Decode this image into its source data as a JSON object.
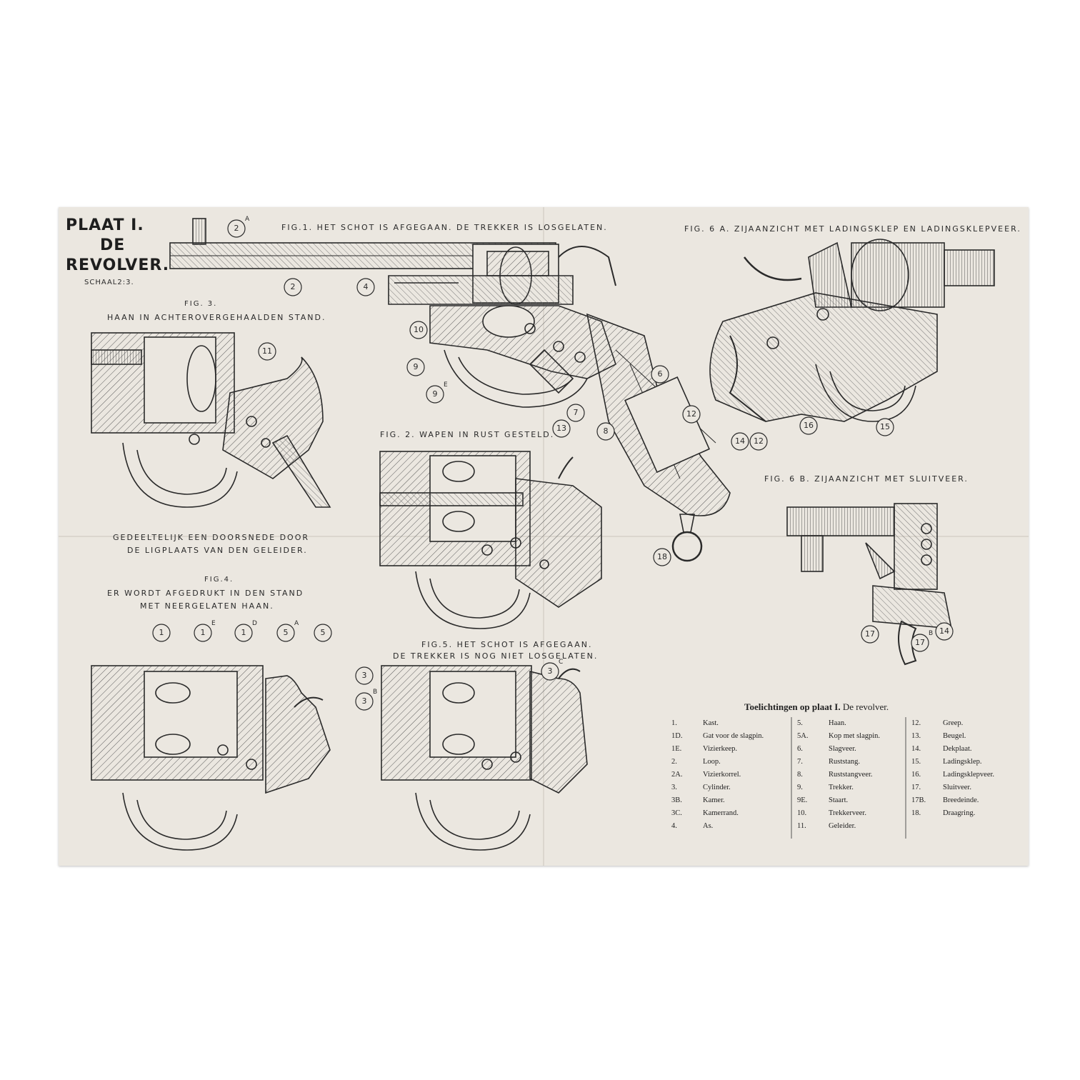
{
  "plate": {
    "line1": "PLAAT I.",
    "line2": "DE",
    "line3": "REVOLVER.",
    "scale": "SCHAAL2:3."
  },
  "figures": {
    "fig1": "FIG.1. HET SCHOT IS AFGEGAAN. DE TREKKER IS LOSGELATEN.",
    "fig2": "FIG. 2. WAPEN IN RUST GESTELD.",
    "fig3_a": "FIG. 3.",
    "fig3_b": "HAAN IN ACHTEROVERGEHAALDEN STAND.",
    "fig3_c": "GEDEELTELIJK EEN DOORSNEDE DOOR",
    "fig3_d": "DE LIGPLAATS VAN DEN GELEIDER.",
    "fig4_a": "FIG.4.",
    "fig4_b": "ER WORDT AFGEDRUKT IN DEN STAND",
    "fig4_c": "MET NEERGELATEN HAAN.",
    "fig5_a": "FIG.5. HET SCHOT IS AFGEGAAN.",
    "fig5_b": "DE TREKKER IS NOG NIET LOSGELATEN.",
    "fig6a": "FIG. 6 A. ZIJAANZICHT MET LADINGSKLEP EN LADINGSKLEPVEER.",
    "fig6b": "FIG. 6 B. ZIJAANZICHT MET SLUITVEER."
  },
  "callouts": [
    {
      "t": "2",
      "s": "A"
    },
    {
      "t": "2",
      "s": ""
    },
    {
      "t": "4",
      "s": ""
    },
    {
      "t": "10",
      "s": ""
    },
    {
      "t": "9",
      "s": ""
    },
    {
      "t": "9",
      "s": "E"
    },
    {
      "t": "6",
      "s": ""
    },
    {
      "t": "7",
      "s": ""
    },
    {
      "t": "13",
      "s": ""
    },
    {
      "t": "8",
      "s": ""
    },
    {
      "t": "12",
      "s": ""
    },
    {
      "t": "18",
      "s": ""
    },
    {
      "t": "11",
      "s": ""
    },
    {
      "t": "14",
      "s": ""
    },
    {
      "t": "12",
      "s": ""
    },
    {
      "t": "16",
      "s": ""
    },
    {
      "t": "15",
      "s": ""
    },
    {
      "t": "17",
      "s": ""
    },
    {
      "t": "17",
      "s": "B"
    },
    {
      "t": "14",
      "s": ""
    },
    {
      "t": "1",
      "s": ""
    },
    {
      "t": "1",
      "s": "E"
    },
    {
      "t": "1",
      "s": "D"
    },
    {
      "t": "5",
      "s": "A"
    },
    {
      "t": "5",
      "s": ""
    },
    {
      "t": "3",
      "s": ""
    },
    {
      "t": "3",
      "s": "B"
    },
    {
      "t": "3",
      "s": "C"
    }
  ],
  "legend": {
    "title_bold": "Toelichtingen op plaat I.",
    "title_rest": "De revolver.",
    "col1": [
      {
        "n": "1.",
        "t": "Kast."
      },
      {
        "n": "1D.",
        "t": "Gat voor de slagpin."
      },
      {
        "n": "1E.",
        "t": "Vizierkeep."
      },
      {
        "n": "2.",
        "t": "Loop."
      },
      {
        "n": "2A.",
        "t": "Vizierkorrel."
      },
      {
        "n": "3.",
        "t": "Cylinder."
      },
      {
        "n": "3B.",
        "t": "Kamer."
      },
      {
        "n": "3C.",
        "t": "Kamerrand."
      },
      {
        "n": "4.",
        "t": "As."
      }
    ],
    "col2": [
      {
        "n": "5.",
        "t": "Haan."
      },
      {
        "n": "5A.",
        "t": "Kop met slagpin."
      },
      {
        "n": "6.",
        "t": "Slagveer."
      },
      {
        "n": "7.",
        "t": "Ruststang."
      },
      {
        "n": "8.",
        "t": "Ruststangveer."
      },
      {
        "n": "9.",
        "t": "Trekker."
      },
      {
        "n": "9E.",
        "t": "Staart."
      },
      {
        "n": "10.",
        "t": "Trekkerveer."
      },
      {
        "n": "11.",
        "t": "Geleider."
      }
    ],
    "col3": [
      {
        "n": "12.",
        "t": "Greep."
      },
      {
        "n": "13.",
        "t": "Beugel."
      },
      {
        "n": "14.",
        "t": "Dekplaat."
      },
      {
        "n": "15.",
        "t": "Ladingsklep."
      },
      {
        "n": "16.",
        "t": "Ladingsklepveer."
      },
      {
        "n": "17.",
        "t": "Sluitveer."
      },
      {
        "n": "17B.",
        "t": "Breedeinde."
      },
      {
        "n": "18.",
        "t": "Draagring."
      }
    ]
  },
  "colors": {
    "paper": "#ebe7e0",
    "ink": "#2a2a2a",
    "background": "#ffffff"
  }
}
